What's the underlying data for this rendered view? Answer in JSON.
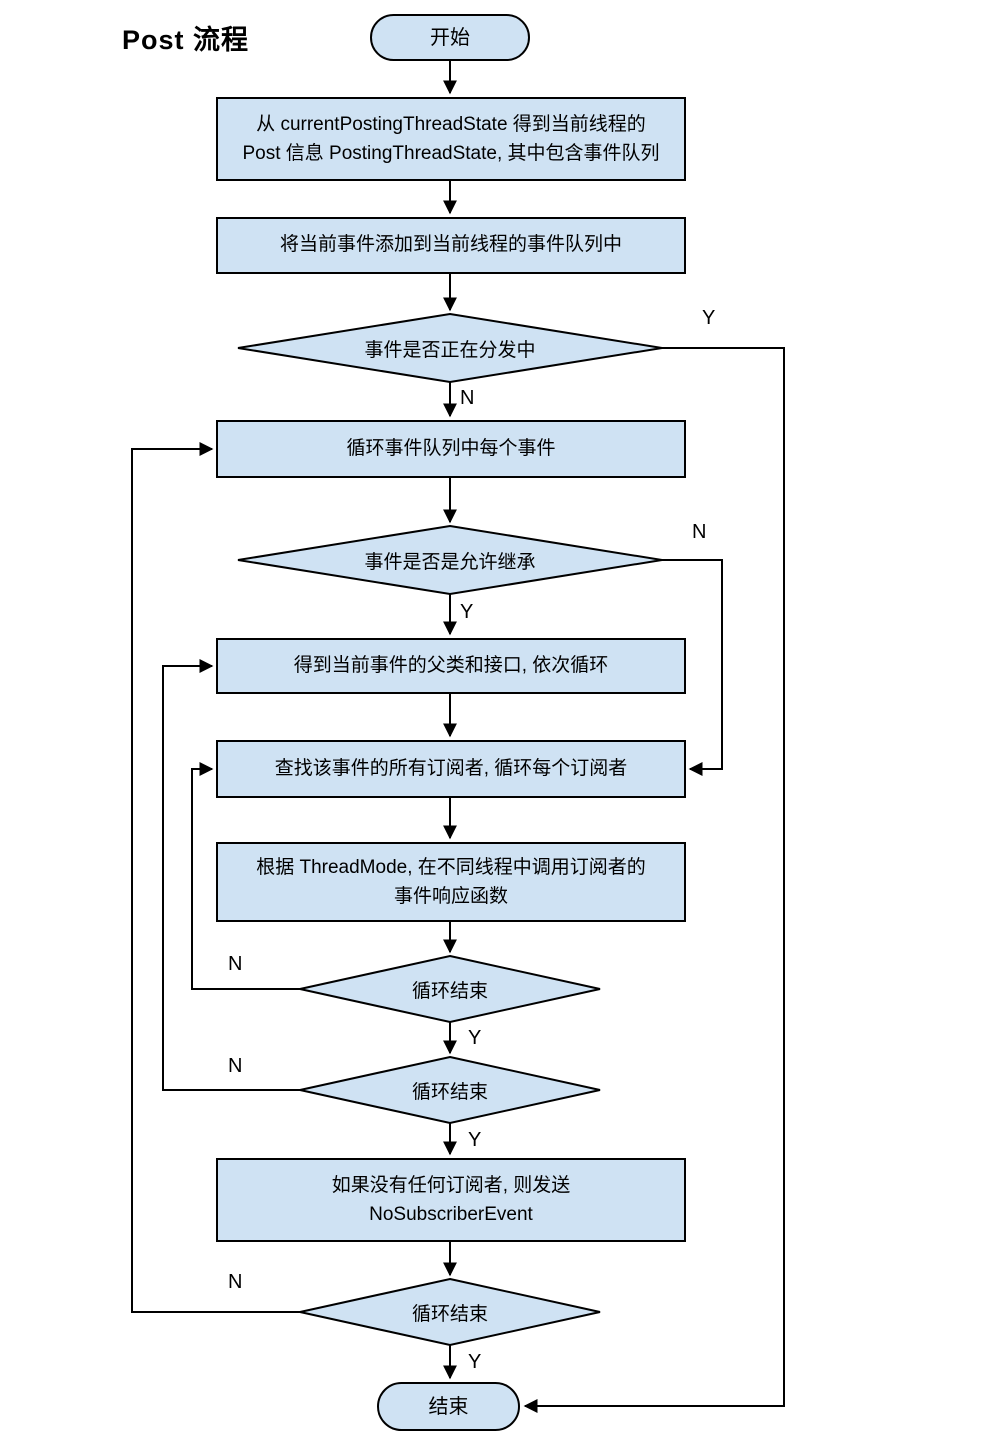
{
  "title": "Post 流程",
  "colors": {
    "background": "#ffffff",
    "node_fill": "#cfe2f3",
    "node_border": "#000000",
    "connector": "#000000",
    "text": "#000000"
  },
  "nodes": {
    "start": {
      "label": "开始"
    },
    "get_thread_state": {
      "line1": "从 currentPostingThreadState 得到当前线程的",
      "line2": "Post 信息 PostingThreadState, 其中包含事件队列"
    },
    "add_to_queue": {
      "label": "将当前事件添加到当前线程的事件队列中"
    },
    "is_dispatching": {
      "label": "事件是否正在分发中",
      "yes": "Y",
      "no": "N"
    },
    "loop_event_queue": {
      "label": "循环事件队列中每个事件"
    },
    "allow_inheritance": {
      "label": "事件是否是允许继承",
      "yes": "Y",
      "no": "N"
    },
    "get_parent_classes": {
      "label": "得到当前事件的父类和接口, 依次循环"
    },
    "find_subscribers": {
      "label": "查找该事件的所有订阅者, 循环每个订阅者"
    },
    "invoke_by_threadmode": {
      "line1": "根据 ThreadMode, 在不同线程中调用订阅者的",
      "line2": "事件响应函数"
    },
    "subscriber_loop_end": {
      "label": "循环结束",
      "yes": "Y",
      "no": "N"
    },
    "parent_loop_end": {
      "label": "循环结束",
      "yes": "Y",
      "no": "N"
    },
    "no_subscriber_event": {
      "line1": "如果没有任何订阅者, 则发送",
      "line2": "NoSubscriberEvent"
    },
    "queue_loop_end": {
      "label": "循环结束",
      "yes": "Y",
      "no": "N"
    },
    "end": {
      "label": "结束"
    }
  }
}
